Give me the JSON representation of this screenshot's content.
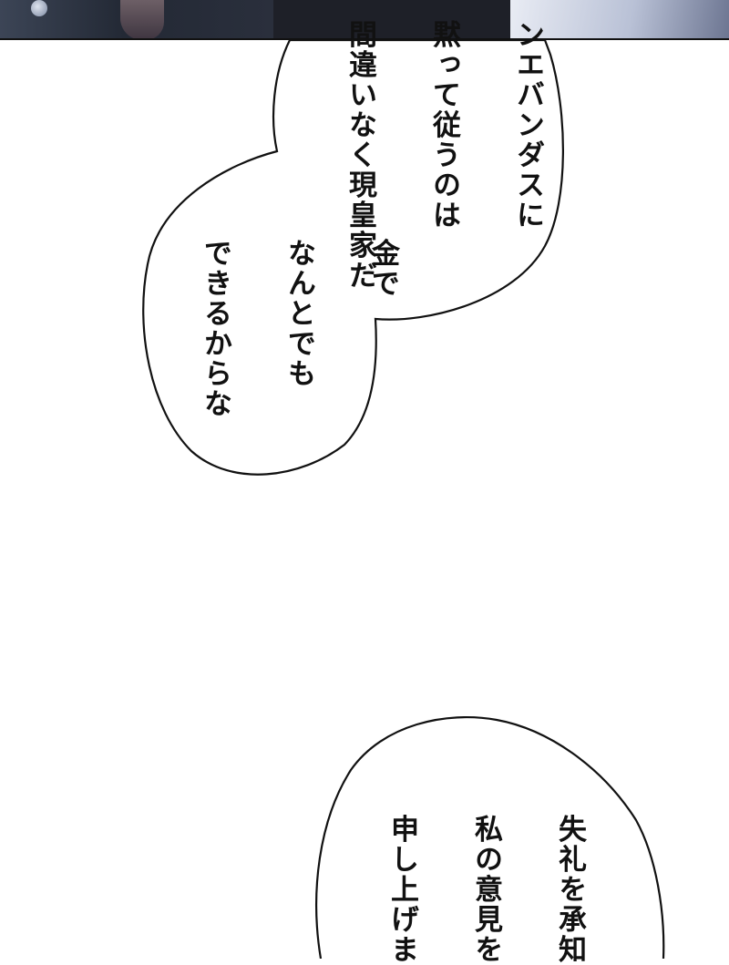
{
  "speech_bubbles": [
    {
      "lines": [
        "ンエバンダスに",
        "黙って従うのは",
        "間違いなく現皇家だ"
      ]
    },
    {
      "lines": [
        "金で",
        "なんとでも",
        "できるからな"
      ]
    },
    {
      "lines": [
        "失礼を承知",
        "私の意見を",
        "申し上げま"
      ]
    }
  ]
}
